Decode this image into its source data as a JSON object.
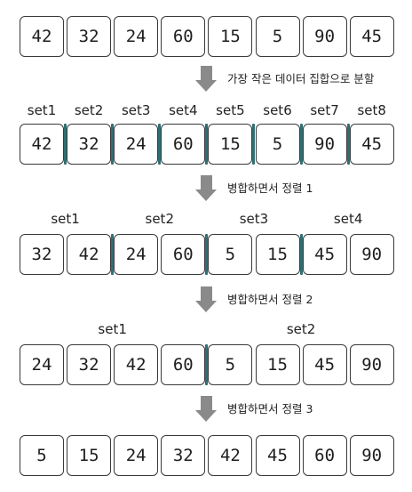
{
  "rows": [
    {
      "values": [
        "42",
        "32",
        "24",
        "60",
        "15",
        "5",
        "90",
        "45"
      ],
      "groups": [],
      "separators": []
    },
    {
      "values": [
        "42",
        "32",
        "24",
        "60",
        "15",
        "5",
        "90",
        "45"
      ],
      "groups": [
        "set1",
        "set2",
        "set3",
        "set4",
        "set5",
        "set6",
        "set7",
        "set8"
      ],
      "separators": [
        1,
        2,
        3,
        4,
        5,
        6,
        7
      ]
    },
    {
      "values": [
        "32",
        "42",
        "24",
        "60",
        "5",
        "15",
        "45",
        "90"
      ],
      "groups": [
        "set1",
        "set2",
        "set3",
        "set4"
      ],
      "separators": [
        2,
        4,
        6
      ]
    },
    {
      "values": [
        "24",
        "32",
        "42",
        "60",
        "5",
        "15",
        "45",
        "90"
      ],
      "groups": [
        "set1",
        "set2"
      ],
      "separators": [
        4
      ]
    },
    {
      "values": [
        "5",
        "15",
        "24",
        "32",
        "42",
        "45",
        "60",
        "90"
      ],
      "groups": [],
      "separators": []
    }
  ],
  "steps": [
    "가장 작은 데이터 집합으로 분할",
    "병합하면서 정렬 1",
    "병합하면서 정렬 2",
    "병합하면서 정렬 3"
  ],
  "colors": {
    "separator": "#2f6f73",
    "arrow": "#8a8a8a",
    "border": "#3a3a3a"
  }
}
